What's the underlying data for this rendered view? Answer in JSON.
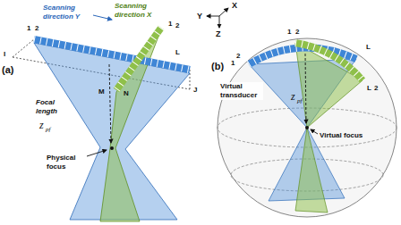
{
  "diagram": {
    "labels": [
      "(a)",
      "Scanning direction Y",
      "Scanning direction X",
      "Y",
      "X",
      "Z",
      "I",
      "1",
      "2",
      "L",
      "1",
      "2",
      "M",
      "N",
      "J",
      "Focal length",
      "z",
      "pf",
      "Physical focus",
      "(b)",
      "1",
      "2",
      "L",
      "1",
      "2",
      "L",
      "2",
      "Virtual transducer",
      "z",
      "pf",
      "Virtual focus"
    ]
  }
}
